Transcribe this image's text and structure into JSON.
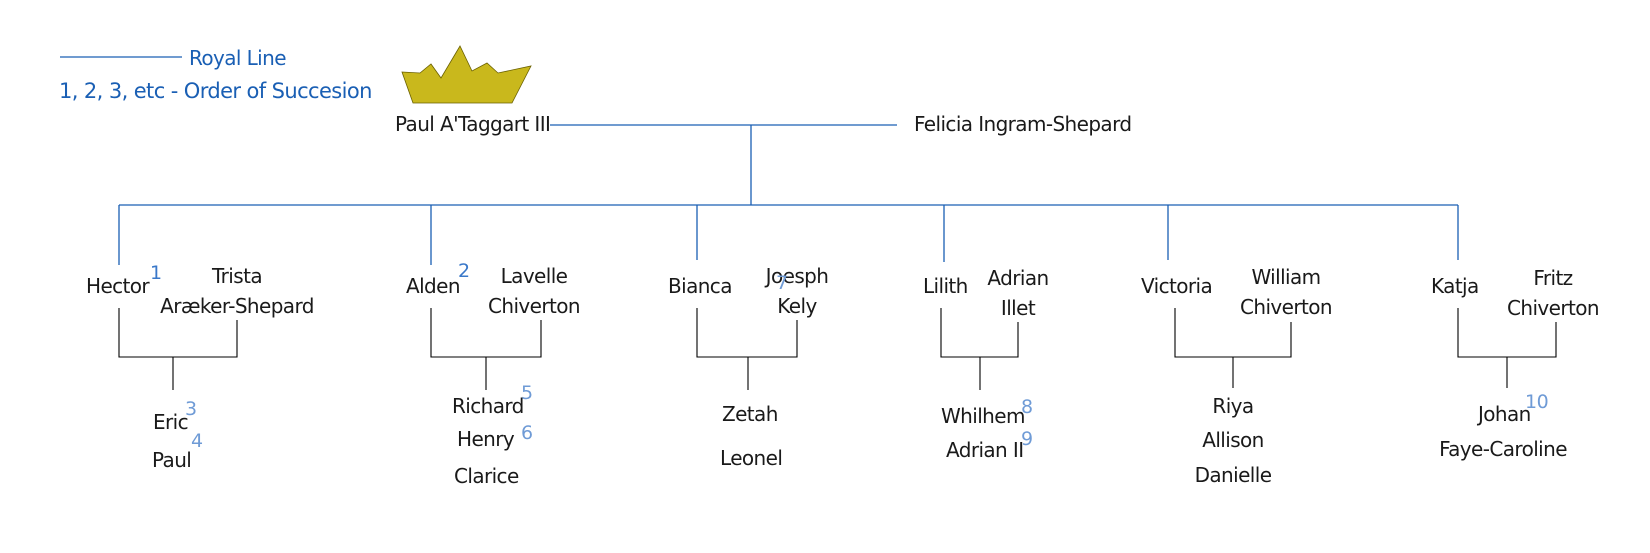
{
  "legend": {
    "royal_line": "Royal Line",
    "order_note": "1, 2, 3, etc - Order of Succesion"
  },
  "colors": {
    "royal_line": "#1a5fb4",
    "crown_fill": "#c9b81c",
    "black_line": "#000000"
  },
  "crown_icon": "crown-icon",
  "king": "Paul A'Taggart III",
  "queen": "Felicia Ingram-Shepard",
  "families": [
    {
      "child": "Hector",
      "child_order": "1",
      "spouse": [
        "Trista",
        "Aræker-Shepard"
      ],
      "children": [
        {
          "name": "Eric",
          "order": "3"
        },
        {
          "name": "Paul",
          "order": "4"
        }
      ]
    },
    {
      "child": "Alden",
      "child_order": "2",
      "spouse": [
        "Lavelle",
        "Chiverton"
      ],
      "children": [
        {
          "name": "Richard",
          "order": "5"
        },
        {
          "name": "Henry",
          "order": "6"
        },
        {
          "name": "Clarice",
          "order": ""
        }
      ]
    },
    {
      "child": "Bianca",
      "child_order": "",
      "spouse": [
        "Joesph",
        "Kely"
      ],
      "spouse_order": "7",
      "children": [
        {
          "name": "Zetah",
          "order": ""
        },
        {
          "name": "Leonel",
          "order": ""
        }
      ]
    },
    {
      "child": "Lilith",
      "child_order": "",
      "spouse": [
        "Adrian",
        "Illet"
      ],
      "children": [
        {
          "name": "Whilhem",
          "order": "8"
        },
        {
          "name": "Adrian II",
          "order": "9"
        }
      ]
    },
    {
      "child": "Victoria",
      "child_order": "",
      "spouse": [
        "William",
        "Chiverton"
      ],
      "children": [
        {
          "name": "Riya",
          "order": ""
        },
        {
          "name": "Allison",
          "order": ""
        },
        {
          "name": "Danielle",
          "order": ""
        }
      ]
    },
    {
      "child": "Katja",
      "child_order": "",
      "spouse": [
        "Fritz",
        "Chiverton"
      ],
      "children": [
        {
          "name": "Johan",
          "order": "10"
        },
        {
          "name": "Faye-Caroline",
          "order": ""
        }
      ]
    }
  ]
}
